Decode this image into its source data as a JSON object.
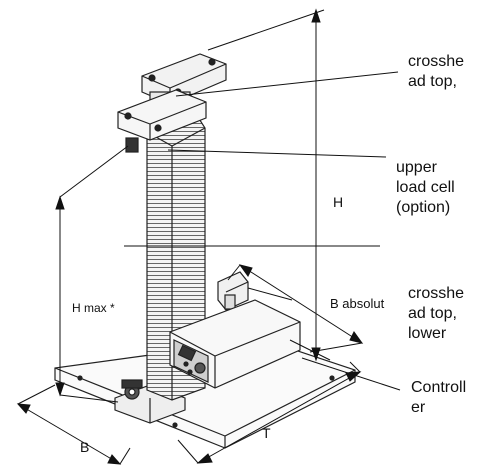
{
  "callouts": {
    "crosshead_top": "crosshe\nad top,",
    "upper_load_cell": "upper\nload cell\n(option)",
    "crosshead_lower": "crosshe\nad top,\nlower",
    "controller": "Controll\ner"
  },
  "dimensions": {
    "h": "H",
    "h_max": "H max *",
    "b_absolut": "B absolut",
    "b": "B",
    "t": "T"
  }
}
